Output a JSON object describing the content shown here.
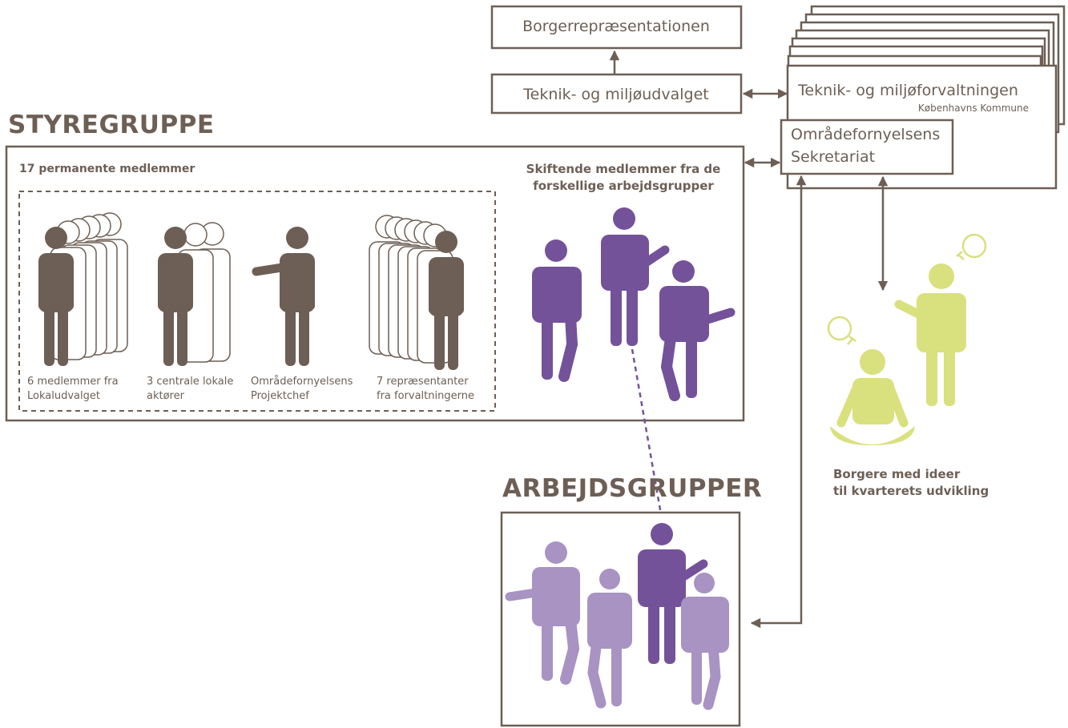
{
  "boxes": {
    "borgerrepraesentationen": "Borgerrepræsentationen",
    "teknik_miljoeudvalget": "Teknik- og miljøudvalget",
    "forvaltningen_title": "Teknik- og miljøforvaltningen",
    "forvaltningen_sub": "Københavns Kommune",
    "sekretariat_line1": "Områdefornyelsens",
    "sekretariat_line2": "Sekretariat"
  },
  "styregruppe": {
    "heading": "STYREGRUPPE",
    "permanent_label": "17 permanente medlemmer",
    "groups": [
      {
        "line1": "6 medlemmer fra",
        "line2": "Lokaludvalget"
      },
      {
        "line1": "3 centrale lokale",
        "line2": "aktører"
      },
      {
        "line1": "Områdefornyelsens",
        "line2": "Projektchef"
      },
      {
        "line1": "7 repræsentanter",
        "line2": "fra forvaltningerne"
      }
    ],
    "rotating_line1": "Skiftende medlemmer fra de",
    "rotating_line2": "forskellige arbejdsgrupper"
  },
  "arbejdsgrupper": {
    "heading": "ARBEJDSGRUPPER"
  },
  "citizens": {
    "line1": "Borgere med ideer",
    "line2": "til kvarterets udvikling"
  },
  "colors": {
    "brown": "#6d5f55",
    "purple": "#74529a",
    "light_purple": "#a893c3",
    "lime": "#d9e07e"
  }
}
